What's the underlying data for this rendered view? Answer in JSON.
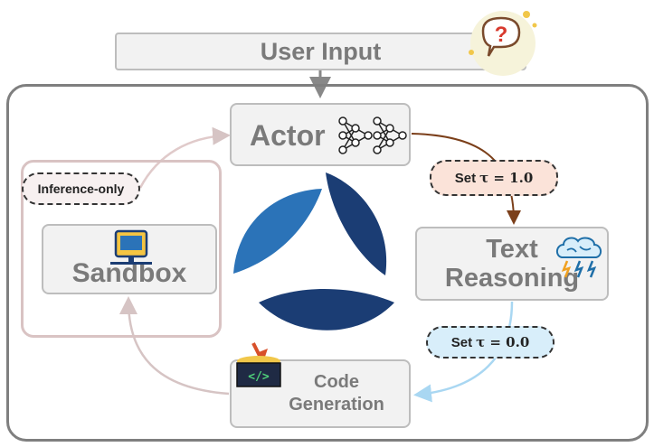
{
  "nodes": {
    "user_input": "User Input",
    "actor": "Actor",
    "text_reasoning_line1": "Text",
    "text_reasoning_line2": "Reasoning",
    "sandbox": "Sandbox",
    "code_generation_line1": "Code",
    "code_generation_line2": "Generation"
  },
  "labels": {
    "inference_only": "Inference-only",
    "set_prefix": "Set",
    "tau_high": "τ = 1.0",
    "tau_low": "τ = 0.0"
  },
  "icons": {
    "speech": "question-speech-bubble-icon",
    "neural_net": "neural-network-icon",
    "brain": "brain-storm-icon",
    "computer": "computer-icon",
    "code": "code-box-icon",
    "logo": "three-leaf-logo"
  },
  "colors": {
    "arrow_actor_to_text": "#7b3f1a",
    "arrow_text_to_code": "#a9d7f2",
    "arrow_cycle_gray": "#d6c4c4",
    "leaf_light": "#2b73b8",
    "leaf_dark": "#1b3d74"
  }
}
